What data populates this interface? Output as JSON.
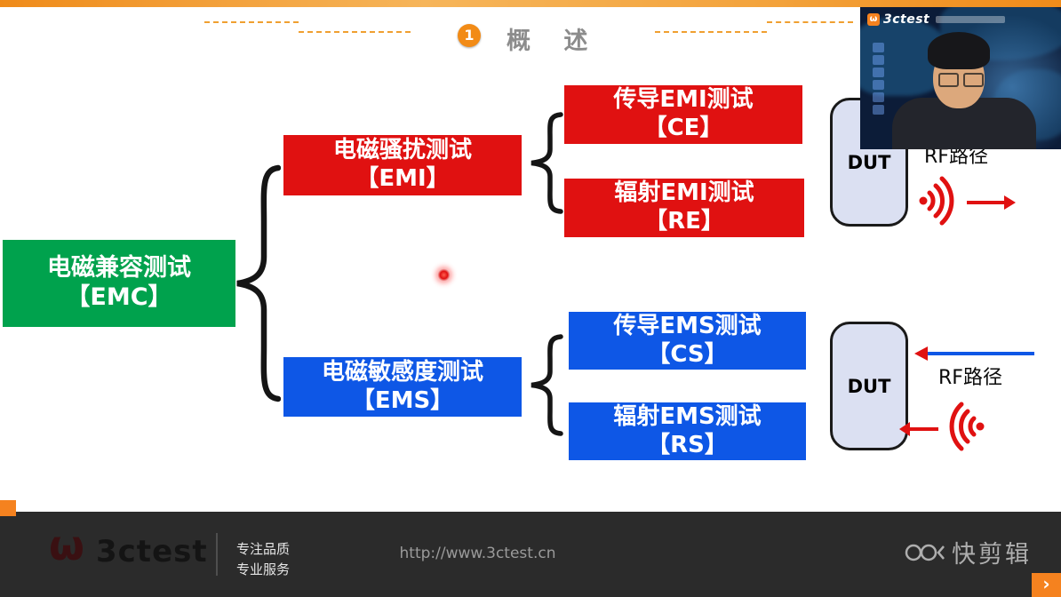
{
  "header": {
    "slide_number": "1",
    "title": "概 述"
  },
  "webcam": {
    "brand": "3ctest"
  },
  "diagram": {
    "emc": {
      "line1": "电磁兼容测试",
      "line2": "【EMC】"
    },
    "emi": {
      "line1": "电磁骚扰测试",
      "line2": "【EMI】"
    },
    "ems": {
      "line1": "电磁敏感度测试",
      "line2": "【EMS】"
    },
    "ce": {
      "line1": "传导EMI测试",
      "line2": "【CE】"
    },
    "re": {
      "line1": "辐射EMI测试",
      "line2": "【RE】"
    },
    "cs": {
      "line1": "传导EMS测试",
      "line2": "【CS】"
    },
    "rs": {
      "line1": "辐射EMS测试",
      "line2": "【RS】"
    },
    "dut_top_label": "DUT",
    "dut_bottom_label": "DUT",
    "rf_path_top_label": "RF路径",
    "rf_path_bottom_label": "RF路径"
  },
  "footer": {
    "brand": "3ctest",
    "logo_mark": "ω",
    "tagline1": "专注品质",
    "tagline2": "专业服务",
    "url": "http://www.3ctest.cn",
    "watermark": "快剪辑",
    "next_button": "›"
  },
  "colors": {
    "green": "#00a24d",
    "red": "#e01111",
    "blue": "#0e57e6",
    "accent_orange": "#f28b16",
    "footer_bg": "#2b2b2b"
  }
}
